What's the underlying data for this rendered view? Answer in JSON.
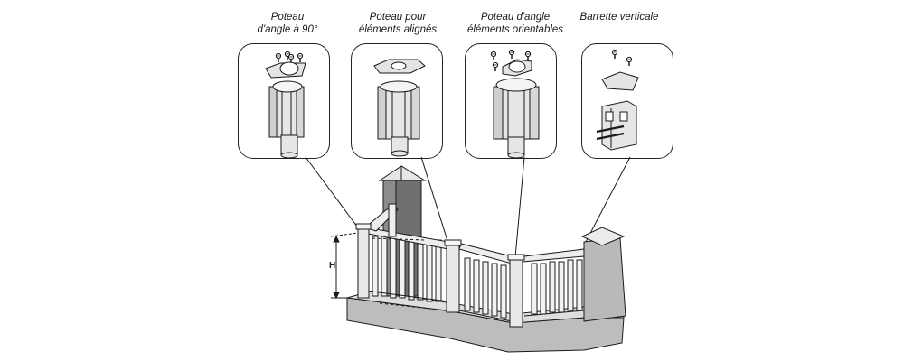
{
  "captions": [
    {
      "line1": "Poteau",
      "line2": "d'angle à 90°"
    },
    {
      "line1": "Poteau pour",
      "line2": "éléments alignés"
    },
    {
      "line1": "Poteau d'angle",
      "line2": "éléments orientables"
    },
    {
      "line1": "Barrette verticale",
      "line2": ""
    }
  ],
  "height_label": "H",
  "colors": {
    "line": "#1a1a1a",
    "ground_side": "#b5b5b5",
    "ground_top": "#dcdcdc",
    "post": "#e9e9e9",
    "dark_post": "#6a6a6a"
  },
  "icons": [
    "screw-icon",
    "post-cap-icon",
    "aluminium-profile-icon"
  ]
}
